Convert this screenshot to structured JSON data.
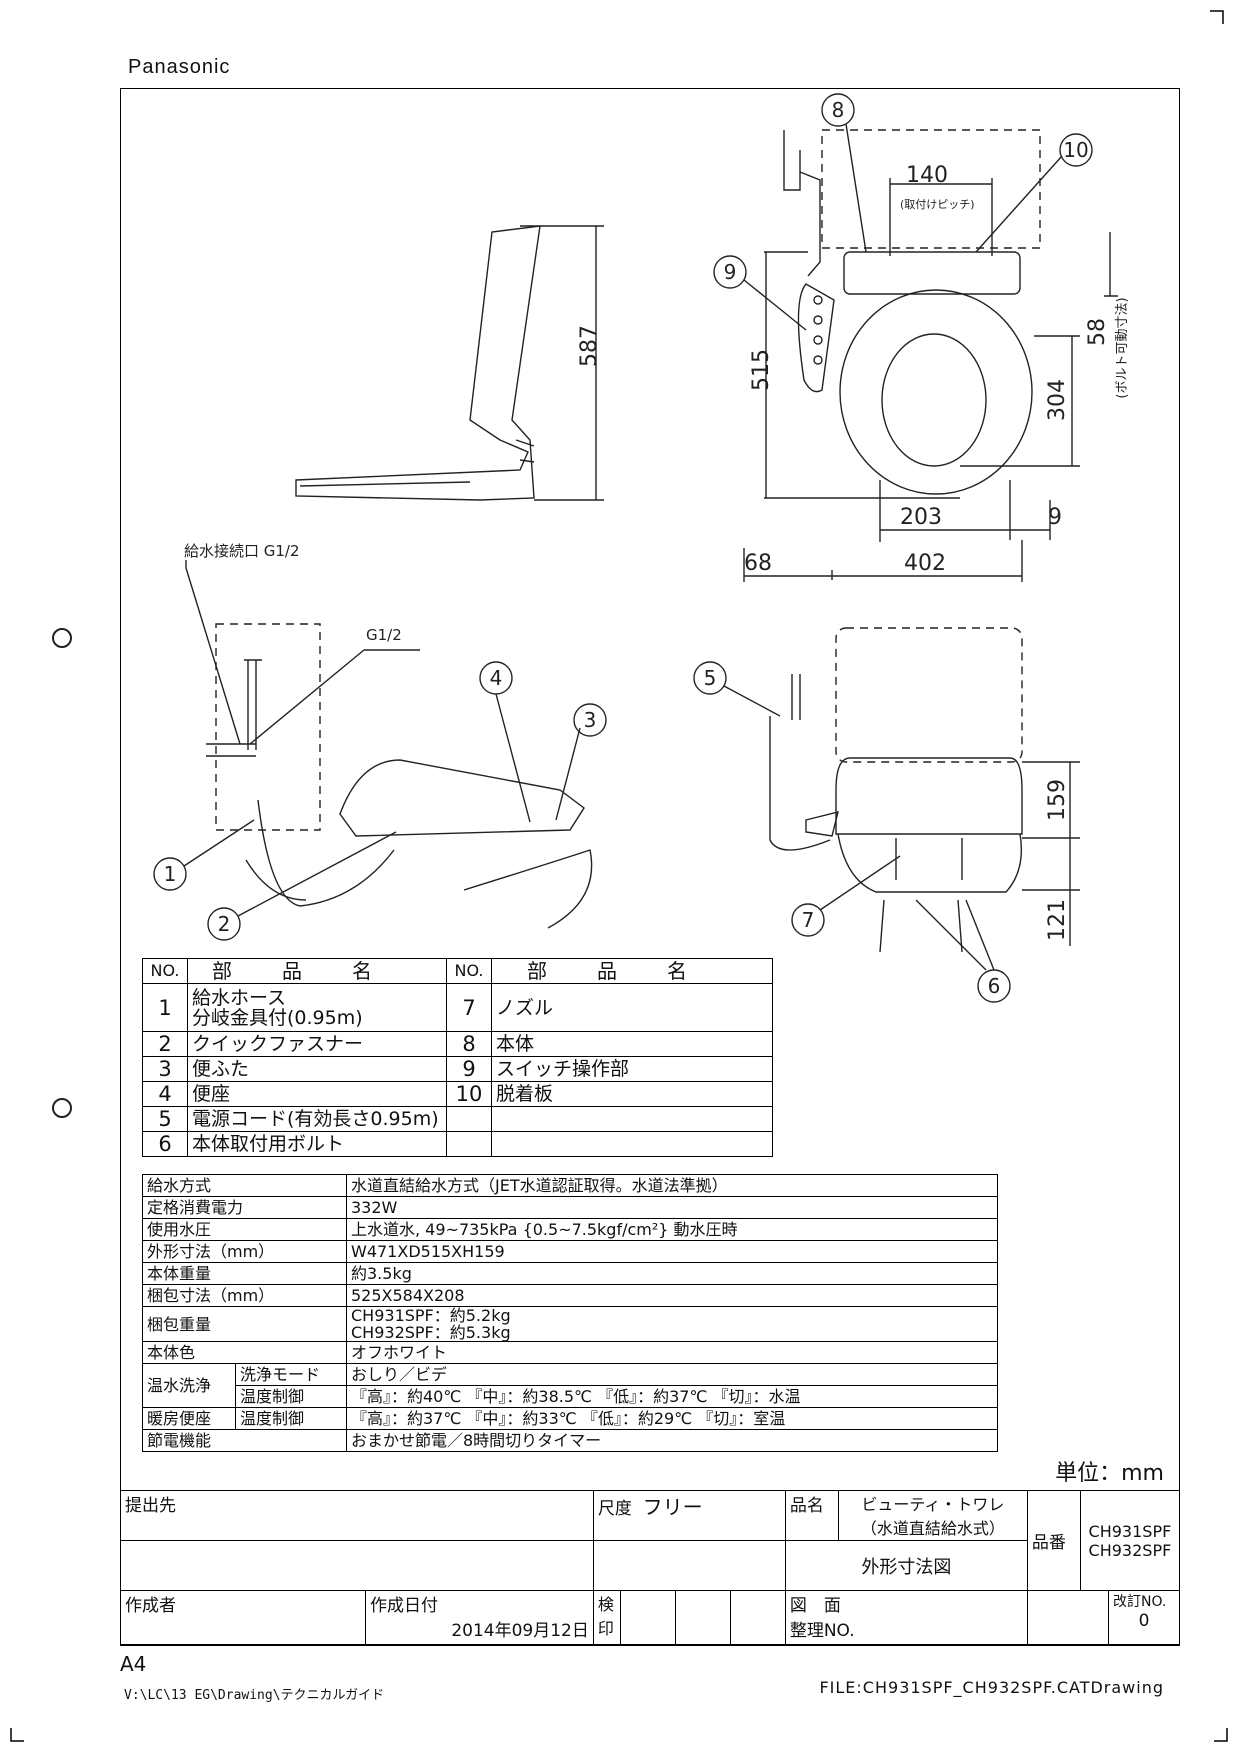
{
  "brand": "Panasonic",
  "callouts": {
    "water_inlet": "給水接続口 G1/2",
    "g12": "G1/2"
  },
  "dims": {
    "d140": "140",
    "d140_note": "(取付けピッチ)",
    "d587": "587",
    "d515": "515",
    "d304": "304",
    "d58": "58",
    "d58_note": "(ボルト可動寸法)",
    "d203": "203",
    "d9": "9",
    "d68": "68",
    "d402": "402",
    "d159": "159",
    "d121": "121"
  },
  "parts_header": {
    "no": "NO.",
    "name": "部品名"
  },
  "parts": [
    {
      "no": "1",
      "name": "給水ホース\n分岐金具付(0.95m)",
      "no2": "7",
      "name2": "ノズル"
    },
    {
      "no": "2",
      "name": "クイックファスナー",
      "no2": "8",
      "name2": "本体"
    },
    {
      "no": "3",
      "name": "便ふた",
      "no2": "9",
      "name2": "スイッチ操作部"
    },
    {
      "no": "4",
      "name": "便座",
      "no2": "10",
      "name2": "脱着板"
    },
    {
      "no": "5",
      "name": "電源コード(有効長さ0.95m)",
      "no2": "",
      "name2": ""
    },
    {
      "no": "6",
      "name": "本体取付用ボルト",
      "no2": "",
      "name2": ""
    }
  ],
  "specs": {
    "water_method_k": "給水方式",
    "water_method_v": "水道直結給水方式（JET水道認証取得。水道法準拠）",
    "power_k": "定格消費電力",
    "power_v": "332W",
    "pressure_k": "使用水圧",
    "pressure_v": "上水道水, 49~735kPa {0.5~7.5kgf/cm²} 動水圧時",
    "outer_k": "外形寸法（mm）",
    "outer_v": "W471XD515XH159",
    "weight_k": "本体重量",
    "weight_v": "約3.5kg",
    "pack_k": "梱包寸法（mm）",
    "pack_v": "525X584X208",
    "packw_k": "梱包重量",
    "packw_v1": "CH931SPF：約5.2kg",
    "packw_v2": "CH932SPF：約5.3kg",
    "color_k": "本体色",
    "color_v": "オフホワイト",
    "wash_k": "温水洗浄",
    "wash_mode_k": "洗浄モード",
    "wash_mode_v": "おしり／ビデ",
    "wash_temp_k": "温度制御",
    "wash_temp_v": "『高』：約40℃ 『中』：約38.5℃ 『低』：約37℃ 『切』：水温",
    "seat_k": "暖房便座",
    "seat_temp_k": "温度制御",
    "seat_temp_v": "『高』：約37℃ 『中』：約33℃ 『低』：約29℃ 『切』：室温",
    "eco_k": "節電機能",
    "eco_v": "おまかせ節電／8時間切りタイマー"
  },
  "unit": "単位：mm",
  "title_block": {
    "submit_k": "提出先",
    "scale_k": "尺度",
    "scale_v": "フリー",
    "product_k": "品名",
    "product_v1": "ビューティ・トワレ",
    "product_v2": "（水道直結給水式）",
    "drawing_type": "外形寸法図",
    "model_k": "品番",
    "model_v1": "CH931SPF",
    "model_v2": "CH932SPF",
    "author_k": "作成者",
    "date_k": "作成日付",
    "date_v": "2014年09月12日",
    "check_k": "検印",
    "fig_k1": "図　面",
    "fig_k2": "整理NO.",
    "rev_k": "改訂NO.",
    "rev_v": "0"
  },
  "footer": {
    "paper": "A4",
    "path": "V:\\LC\\13 EG\\Drawing\\テクニカルガイド",
    "file": "FILE:CH931SPF_CH932SPF.CATDrawing"
  }
}
